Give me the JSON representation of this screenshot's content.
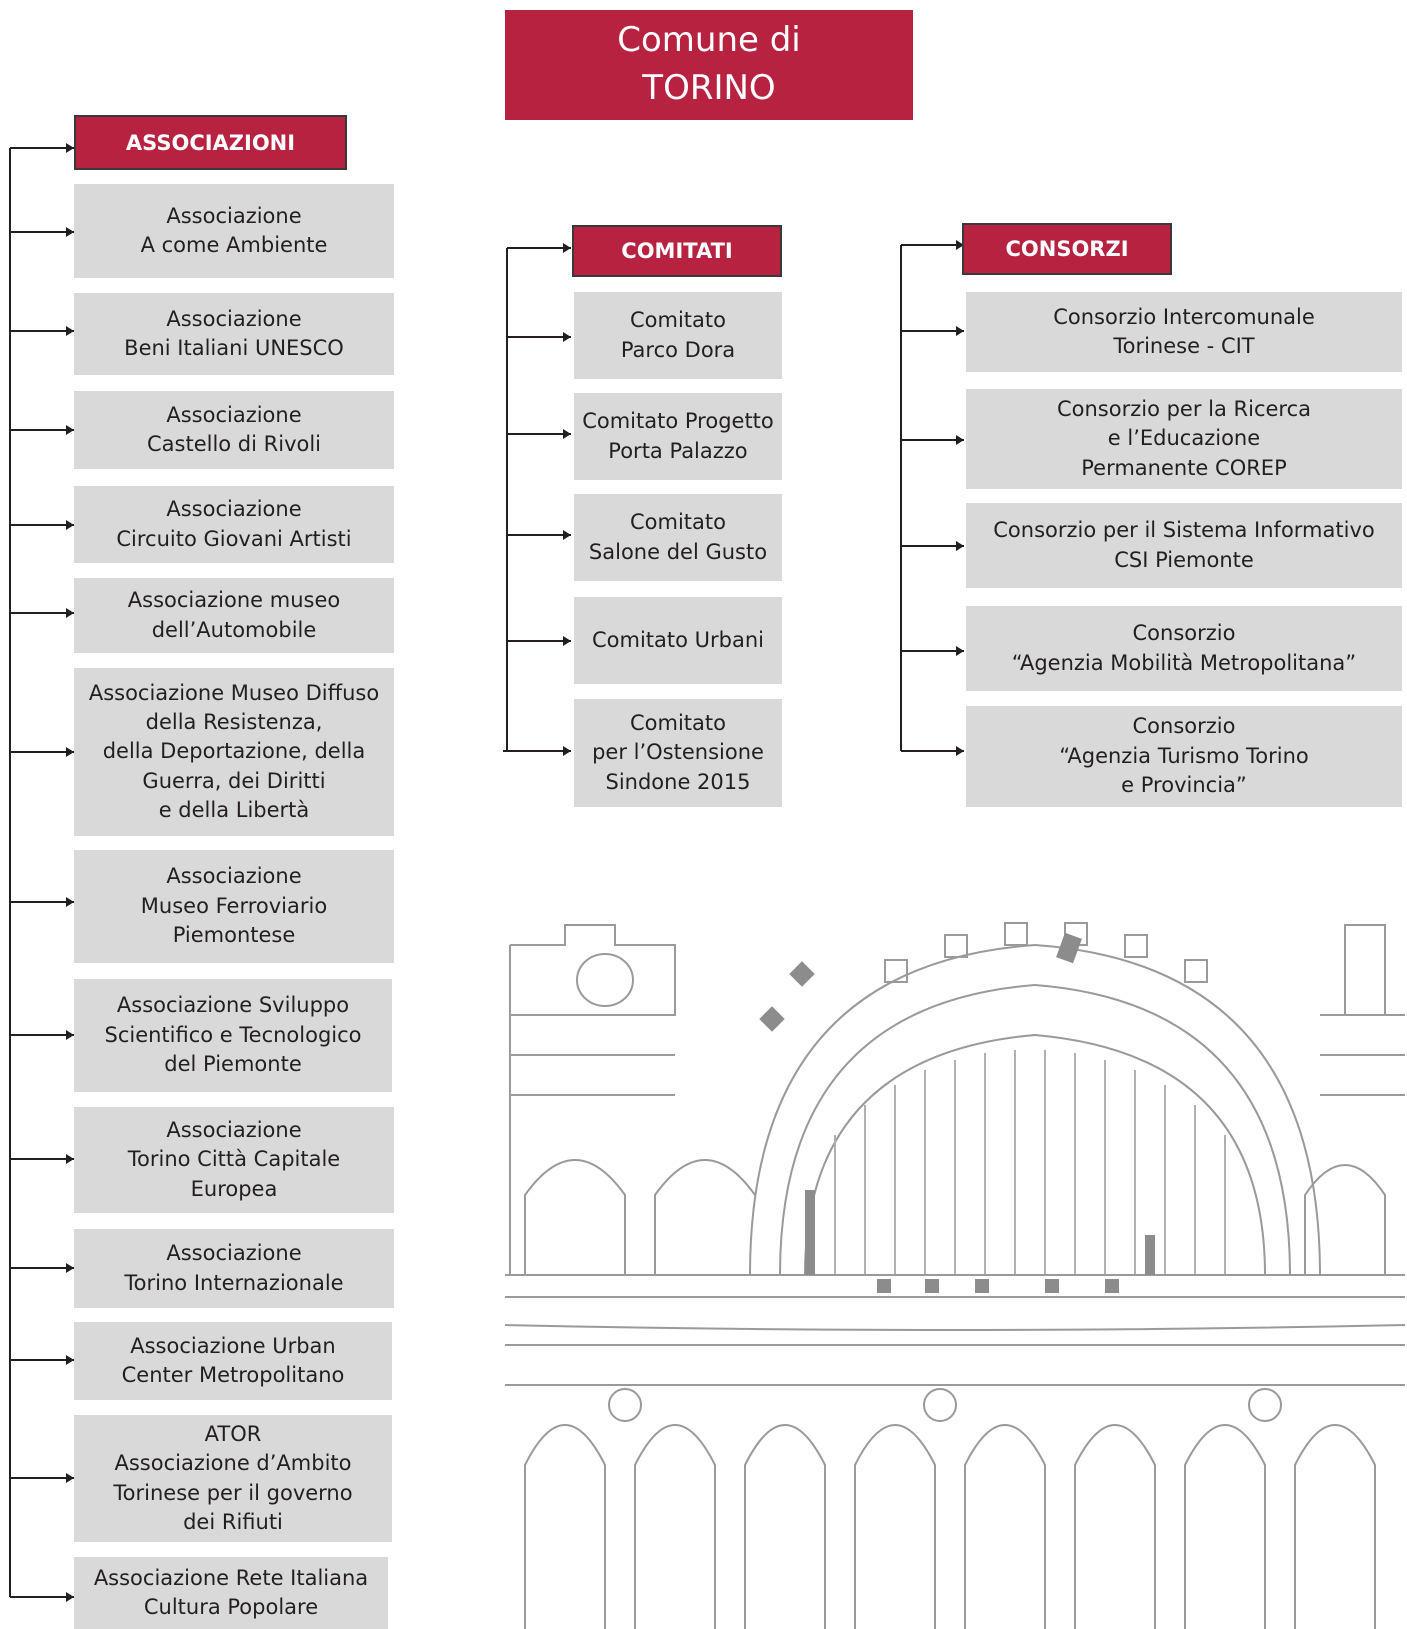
{
  "header": {
    "line1": "Comune di",
    "line2": "TORINO"
  },
  "associazioni": {
    "title": "ASSOCIAZIONI",
    "items": [
      "Associazione\nA come  Ambiente",
      "Associazione\nBeni Italiani UNESCO",
      "Associazione\nCastello di Rivoli",
      "Associazione\nCircuito  Giovani Artisti",
      "Associazione museo\ndell’Automobile",
      "Associazione Museo Diffuso\ndella Resistenza,\ndella Deportazione, della\nGuerra, dei Diritti\ne della Libertà",
      "Associazione\nMuseo Ferroviario\nPiemontese",
      "Associazione Sviluppo\nScientifico e Tecnologico\ndel Piemonte",
      "Associazione\nTorino Città Capitale\nEuropea",
      "Associazione\nTorino Internazionale",
      "Associazione Urban\nCenter Metropolitano",
      "ATOR\nAssociazione d’Ambito\nTorinese per il governo\ndei Rifiuti",
      "Associazione Rete Italiana\nCultura Popolare"
    ]
  },
  "comitati": {
    "title": "COMITATI",
    "items": [
      "Comitato\nParco Dora",
      "Comitato Progetto\nPorta Palazzo",
      "Comitato\nSalone del Gusto",
      "Comitato Urbani",
      "Comitato\nper l’Ostensione\nSindone 2015"
    ]
  },
  "consorzi": {
    "title": "CONSORZI",
    "items": [
      "Consorzio Intercomunale\nTorinese - CIT",
      "Consorzio per la Ricerca\ne l’Educazione\nPermanente COREP",
      "Consorzio per il Sistema Informativo\nCSI Piemonte",
      "Consorzio\n“Agenzia Mobilità Metropolitana”",
      "Consorzio\n“Agenzia Turismo Torino\ne Provincia”"
    ]
  }
}
